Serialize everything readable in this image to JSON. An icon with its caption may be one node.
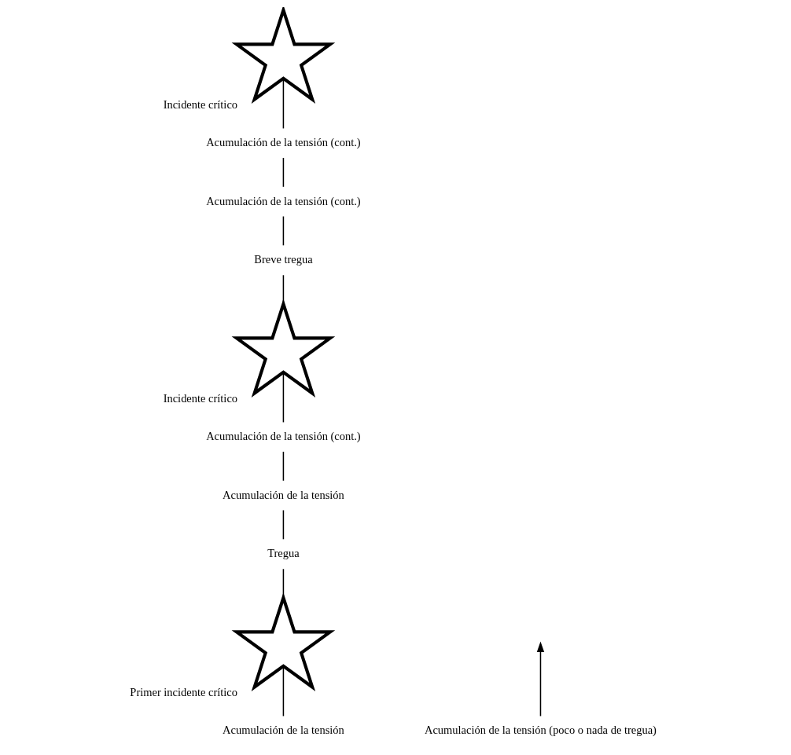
{
  "diagram": {
    "nodes": [
      {
        "text": [
          "Incidente crítico"
        ]
      },
      {
        "text": [
          "Acumulación de la tensión (poco o nada de tregua)"
        ]
      },
      {
        "text": [
          "Acumulación de la tensión (cont.)"
        ]
      },
      {
        "text": [
          "Incidente crítico"
        ]
      },
      {
        "text": [
          "Breve tregua"
        ]
      },
      {
        "text": [
          "Acumulación de la tensión (cont.)"
        ]
      },
      {
        "text": [
          "Acumulación de la tensión (cont.)"
        ]
      },
      {
        "text": [
          "Tregua"
        ]
      },
      {
        "text": [
          "Acumulación de la tensión"
        ]
      },
      {
        "text": [
          "Primer incidente crítico"
        ]
      },
      {
        "text": [
          "Acumulación de la tensión"
        ]
      }
    ],
    "edges": [
      {
        "from": 10,
        "to": 9,
        "arrow": "none"
      },
      {
        "from": 9,
        "to": 7,
        "arrow": "none"
      },
      {
        "from": 7,
        "to": 8,
        "arrow": "none"
      },
      {
        "from": 8,
        "to": 6,
        "arrow": "none"
      },
      {
        "from": 6,
        "to": 3,
        "arrow": "none"
      },
      {
        "from": 3,
        "to": 4,
        "arrow": "none"
      },
      {
        "from": 4,
        "to": 5,
        "arrow": "none"
      },
      {
        "from": 5,
        "to": 2,
        "arrow": "none"
      },
      {
        "from": 2,
        "to": 0,
        "arrow": "none"
      },
      {
        "from": 1,
        "to": null,
        "arrow": "to"
      }
    ]
  }
}
